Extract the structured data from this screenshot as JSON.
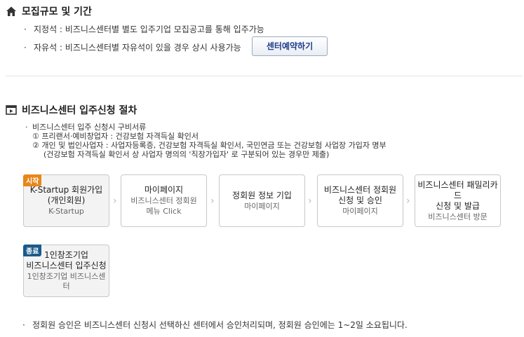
{
  "recruit": {
    "title": "모집규모 및 기간",
    "fixed_seat": "지정석 : 비즈니스센터별 별도 입주기업 모집공고를 통해 입주가능",
    "free_seat": "자유석 : 비즈니스센터별 자유석이 있을 경우 상시 사용가능",
    "reserve_button": "센터예약하기"
  },
  "procedure": {
    "title": "비즈니스센터 입주신청 절차",
    "docs_title": "비즈니스센터 입주 신청시 구비서류",
    "doc1": "① 프리랜서·예비창업자 : 건강보험 자격득실 확인서",
    "doc2": "② 개인 및 법인사업자 : 사업자등록증, 건강보험 자격득실 확인서, 국민연금 또는 건강보험 사업장 가입자 명부",
    "doc2_note": "(건강보험  자격득실 확인서 상 사업자 명의의 '직장가입자' 로 구분되어 있는 경우만 제출)",
    "start_badge": "시작",
    "end_badge": "종료",
    "steps": [
      {
        "line1": "K-Startup 회원가입",
        "line2": "(개인회원)",
        "sub": "K-Startup"
      },
      {
        "line1": "마이페이지",
        "line2": "",
        "sub": "비즈니스센터 정회원\n메뉴 Click"
      },
      {
        "line1": "정회원 정보 기입",
        "line2": "",
        "sub": "마이페이지"
      },
      {
        "line1": "비즈니스센터 정회원",
        "line2": "신청 및 승인",
        "sub": "마이페이지"
      },
      {
        "line1": "비즈니스센터 패밀리카드",
        "line2": "신청 및 발급",
        "sub": "비즈니스센터 방문"
      }
    ],
    "final_step": {
      "line1": "1인창조기업",
      "line2": "비즈니스센터 입주신청",
      "sub": "1인창조기업 비즈니스센터"
    },
    "note": "정회원 승인은 비즈니스센터 신청시 선택하신 센터에서 승인처리되며, 정회원 승인에는 1~2일 소요됩니다."
  },
  "bullet": "·",
  "small_bullet": "·",
  "arrow_glyph": "›"
}
